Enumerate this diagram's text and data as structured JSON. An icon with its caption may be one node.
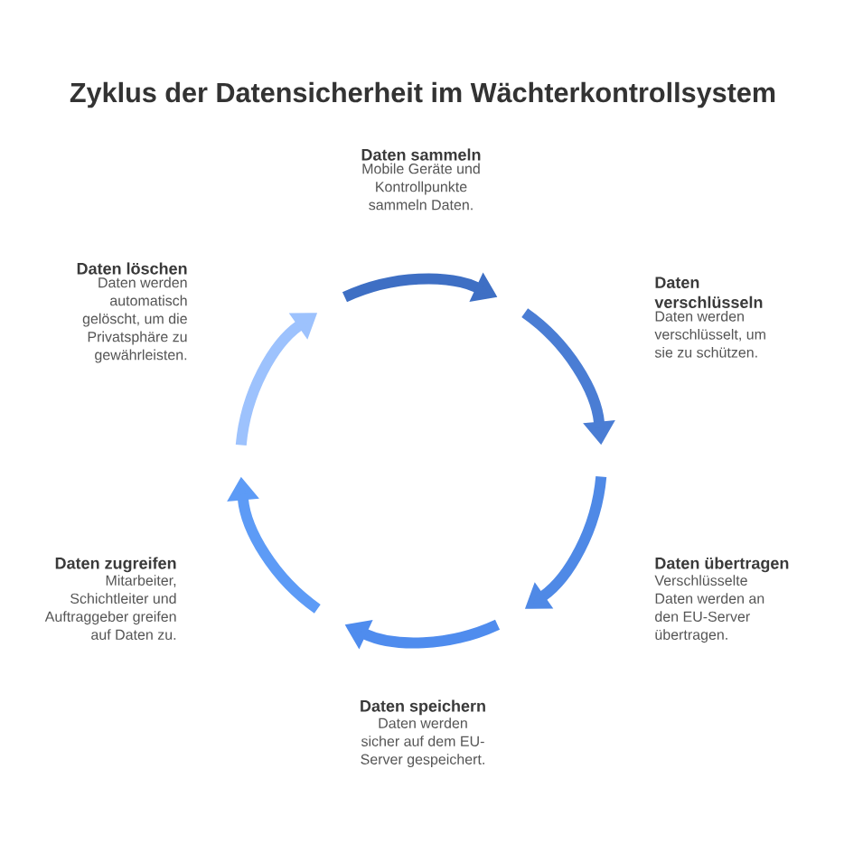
{
  "diagram": {
    "title": "Zyklus der Datensicherheit im Wächterkontrollsystem",
    "nodes": [
      {
        "text": [
          "Daten sammeln",
          "Mobile Geräte und Kontrollpunkte sammeln Daten."
        ]
      },
      {
        "text": [
          "Daten verschlüsseln",
          "Daten werden verschlüsselt, um sie zu schützen."
        ]
      },
      {
        "text": [
          "Daten übertragen",
          "Verschlüsselte Daten werden an den EU-Server übertragen."
        ]
      },
      {
        "text": [
          "Daten speichern",
          "Daten werden sicher auf dem EU-Server gespeichert."
        ]
      },
      {
        "text": [
          "Daten zugreifen",
          "Mitarbeiter, Schichtleiter und Auftraggeber greifen auf Daten zu."
        ]
      },
      {
        "text": [
          "Daten löschen",
          "Daten werden automatisch gelöscht, um die Privatsphäre zu gewährleisten."
        ]
      }
    ]
  }
}
